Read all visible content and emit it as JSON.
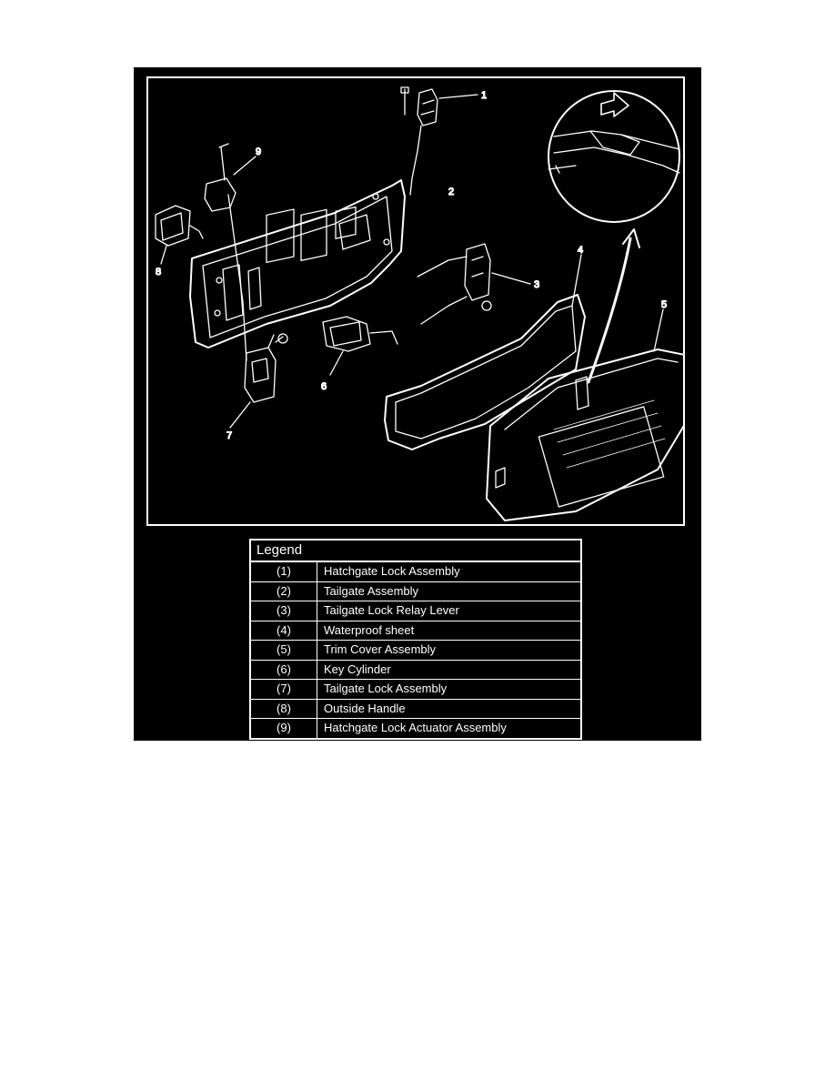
{
  "callouts": [
    "1",
    "2",
    "3",
    "4",
    "5",
    "6",
    "7",
    "8",
    "9"
  ],
  "legend": {
    "title": "Legend",
    "rows": [
      {
        "num": "(1)",
        "desc": "Hatchgate Lock Assembly"
      },
      {
        "num": "(2)",
        "desc": "Tailgate Assembly"
      },
      {
        "num": "(3)",
        "desc": "Tailgate Lock Relay Lever"
      },
      {
        "num": "(4)",
        "desc": "Waterproof sheet"
      },
      {
        "num": "(5)",
        "desc": "Trim Cover Assembly"
      },
      {
        "num": "(6)",
        "desc": "Key Cylinder"
      },
      {
        "num": "(7)",
        "desc": "Tailgate Lock Assembly"
      },
      {
        "num": "(8)",
        "desc": "Outside Handle"
      },
      {
        "num": "(9)",
        "desc": "Hatchgate Lock Actuator Assembly"
      }
    ]
  },
  "colors": {
    "background": "#000000",
    "lines": "#ffffff",
    "page": "#ffffff"
  }
}
